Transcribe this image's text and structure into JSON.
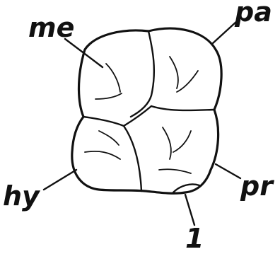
{
  "labels": {
    "me": "me",
    "pa": "pa",
    "hy": "hy",
    "pr": "pr",
    "one": "1"
  }
}
